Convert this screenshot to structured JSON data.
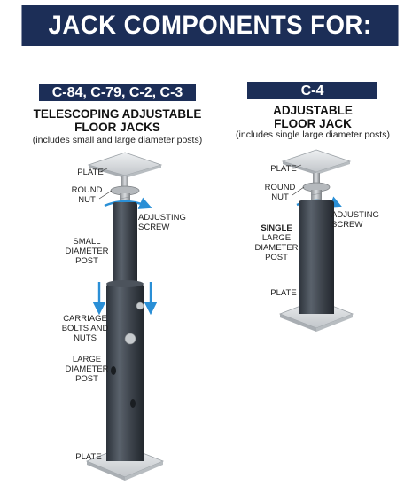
{
  "banner": {
    "title": "JACK COMPONENTS FOR:"
  },
  "left_panel": {
    "models": "C-84, C-79, C-2, C-3",
    "title_line1": "TELESCOPING ADJUSTABLE",
    "title_line2": "FLOOR JACKS",
    "subtitle": "(includes small and large diameter posts)",
    "labels": {
      "plate_top": "PLATE",
      "round_nut": "ROUND\nNUT",
      "adjusting_screw": "ADJUSTING\nSCREW",
      "small_post": "SMALL\nDIAMETER\nPOST",
      "carriage_bolts": "CARRIAGE\nBOLTS AND\nNUTS",
      "large_post": "LARGE\nDIAMETER\nPOST",
      "plate_bottom": "PLATE"
    }
  },
  "right_panel": {
    "models": "C-4",
    "title_line1": "ADJUSTABLE",
    "title_line2": "FLOOR JACK",
    "subtitle": "(includes single large diameter posts)",
    "labels": {
      "plate_top": "PLATE",
      "round_nut": "ROUND\nNUT",
      "adjusting_screw": "ADJUSTING\nSCREW",
      "single_word": "SINGLE",
      "large_post_rest": "LARGE\nDIAMETER\nPOST",
      "plate_bottom": "PLATE"
    }
  },
  "colors": {
    "navy": "#1c2e57",
    "post": "#3f4650",
    "arrow": "#2a8fd6",
    "plate": "#d8dbde"
  }
}
